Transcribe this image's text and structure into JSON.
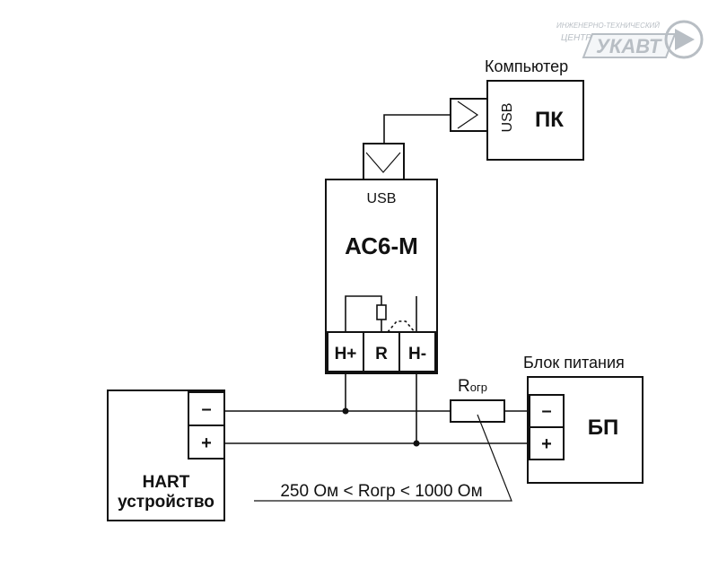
{
  "logo": {
    "line1": "ИНЖЕНЕРНО-ТЕХНИЧЕСКИЙ",
    "line2": "ЦЕНТР",
    "brand": "УКАВТ"
  },
  "computer": {
    "caption": "Компьютер",
    "name": "ПК",
    "port": "USB"
  },
  "converter": {
    "port": "USB",
    "name": "АС6-М",
    "terminals": [
      "H+",
      "R",
      "H-"
    ]
  },
  "power_supply": {
    "caption": "Блок питания",
    "name": "БП",
    "terminals": [
      "–",
      "+"
    ]
  },
  "hart_device": {
    "name_line1": "HART",
    "name_line2": "устройство",
    "terminals": [
      "–",
      "+"
    ]
  },
  "resistor": {
    "label_main": "R",
    "label_sub": "огр",
    "note": "250 Ом < Rогр < 1000 Ом"
  }
}
